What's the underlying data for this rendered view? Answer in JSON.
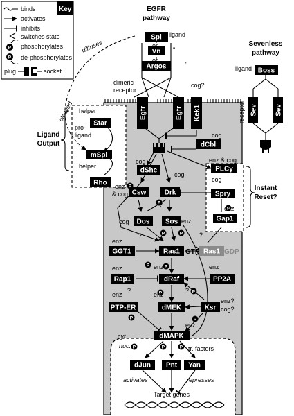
{
  "key": {
    "title": "Key",
    "binds": "binds",
    "activates": "activates",
    "inhibits": "inhibits",
    "switches": "switches state",
    "phosphorylates": "phosphorylates",
    "dephosphorylates": "de-phosphorylates",
    "plug": "plug",
    "socket": "socket",
    "p": "P"
  },
  "titles": {
    "egfr_pathway_1": "EGFR",
    "egfr_pathway_2": "pathway",
    "sev_pathway_1": "Sevenless",
    "sev_pathway_2": "pathway",
    "ligand_output_1": "Ligand",
    "ligand_output_2": "Output",
    "instant_reset_1": "Instant",
    "instant_reset_2": "Reset?"
  },
  "labels": {
    "ligand": "ligand",
    "or1": "or",
    "or2": "or",
    "ditto1": "\"",
    "ditto2": "\"",
    "diffuses": "diffuses",
    "cleaved": "cleaved",
    "dimeric": "dimeric",
    "receptor": "receptor",
    "cog_kek": "cog?",
    "helper1": "helper",
    "proligand_1": "pro-",
    "proligand_2": "ligand",
    "helper2": "helper",
    "cog_dcbl": "cog",
    "cog_dshc": "cog",
    "enz_cog_plc": "enz & cog",
    "enz_csw_1": "enz",
    "enz_csw_2": "& cog",
    "cog_drk": "cog",
    "cog_spry": "cog",
    "enz_gap": "enz",
    "cog_dos": "cog",
    "enz_sos": "enz",
    "q1": "?",
    "q2": "?",
    "q3": "?",
    "q4": "?",
    "q5": "?",
    "enz_ggt": "enz",
    "gtp": "GTP",
    "gdp": "GDP",
    "enz_rap": "enz",
    "enz_raf": "enz",
    "enz_pp2a": "enz",
    "enz_ptp": "enz",
    "enz_dmek": "enz",
    "enz_ksr": "enz?",
    "cog_ksr": "cog?",
    "enz_dmapk": "enz",
    "cyt": "cyt.",
    "nuc": "nuc.",
    "tr_factors": "tr. factors",
    "activates": "activates",
    "represses": "represses",
    "target_genes": "Target genes",
    "ligand_sev": "ligand",
    "receptor_sev": "receptor"
  },
  "nodes": {
    "spi": "Spi",
    "vn": "Vn",
    "argos": "Argos",
    "boss": "Boss",
    "egfr1": "Egfr",
    "egfr2": "Egfr",
    "kek1": "Kek1",
    "sev1": "Sev",
    "sev2": "Sev",
    "star": "Star",
    "mspi": "mSpi",
    "rho": "Rho",
    "dcbl": "dCbl",
    "dshc": "dShc",
    "plcg": "PLCγ",
    "csw": "Csw",
    "drk": "Drk",
    "spry": "Spry",
    "gap1": "Gap1",
    "dos": "Dos",
    "sos": "Sos",
    "ggt1": "GGT1",
    "ras1": "Ras1",
    "ras1_gdp": "Ras1",
    "rap1": "Rap1",
    "draf": "dRaf",
    "pp2a": "PP2A",
    "ptper": "PTP-ER",
    "dmek": "dMEK",
    "ksr": "Ksr",
    "dmapk": "dMAPK",
    "djun": "dJun",
    "pnt": "Pnt",
    "yan": "Yan"
  },
  "colors": {
    "cell": "#c8c8c8",
    "node": "#000000",
    "ras_gdp": "#8a8a8a"
  }
}
